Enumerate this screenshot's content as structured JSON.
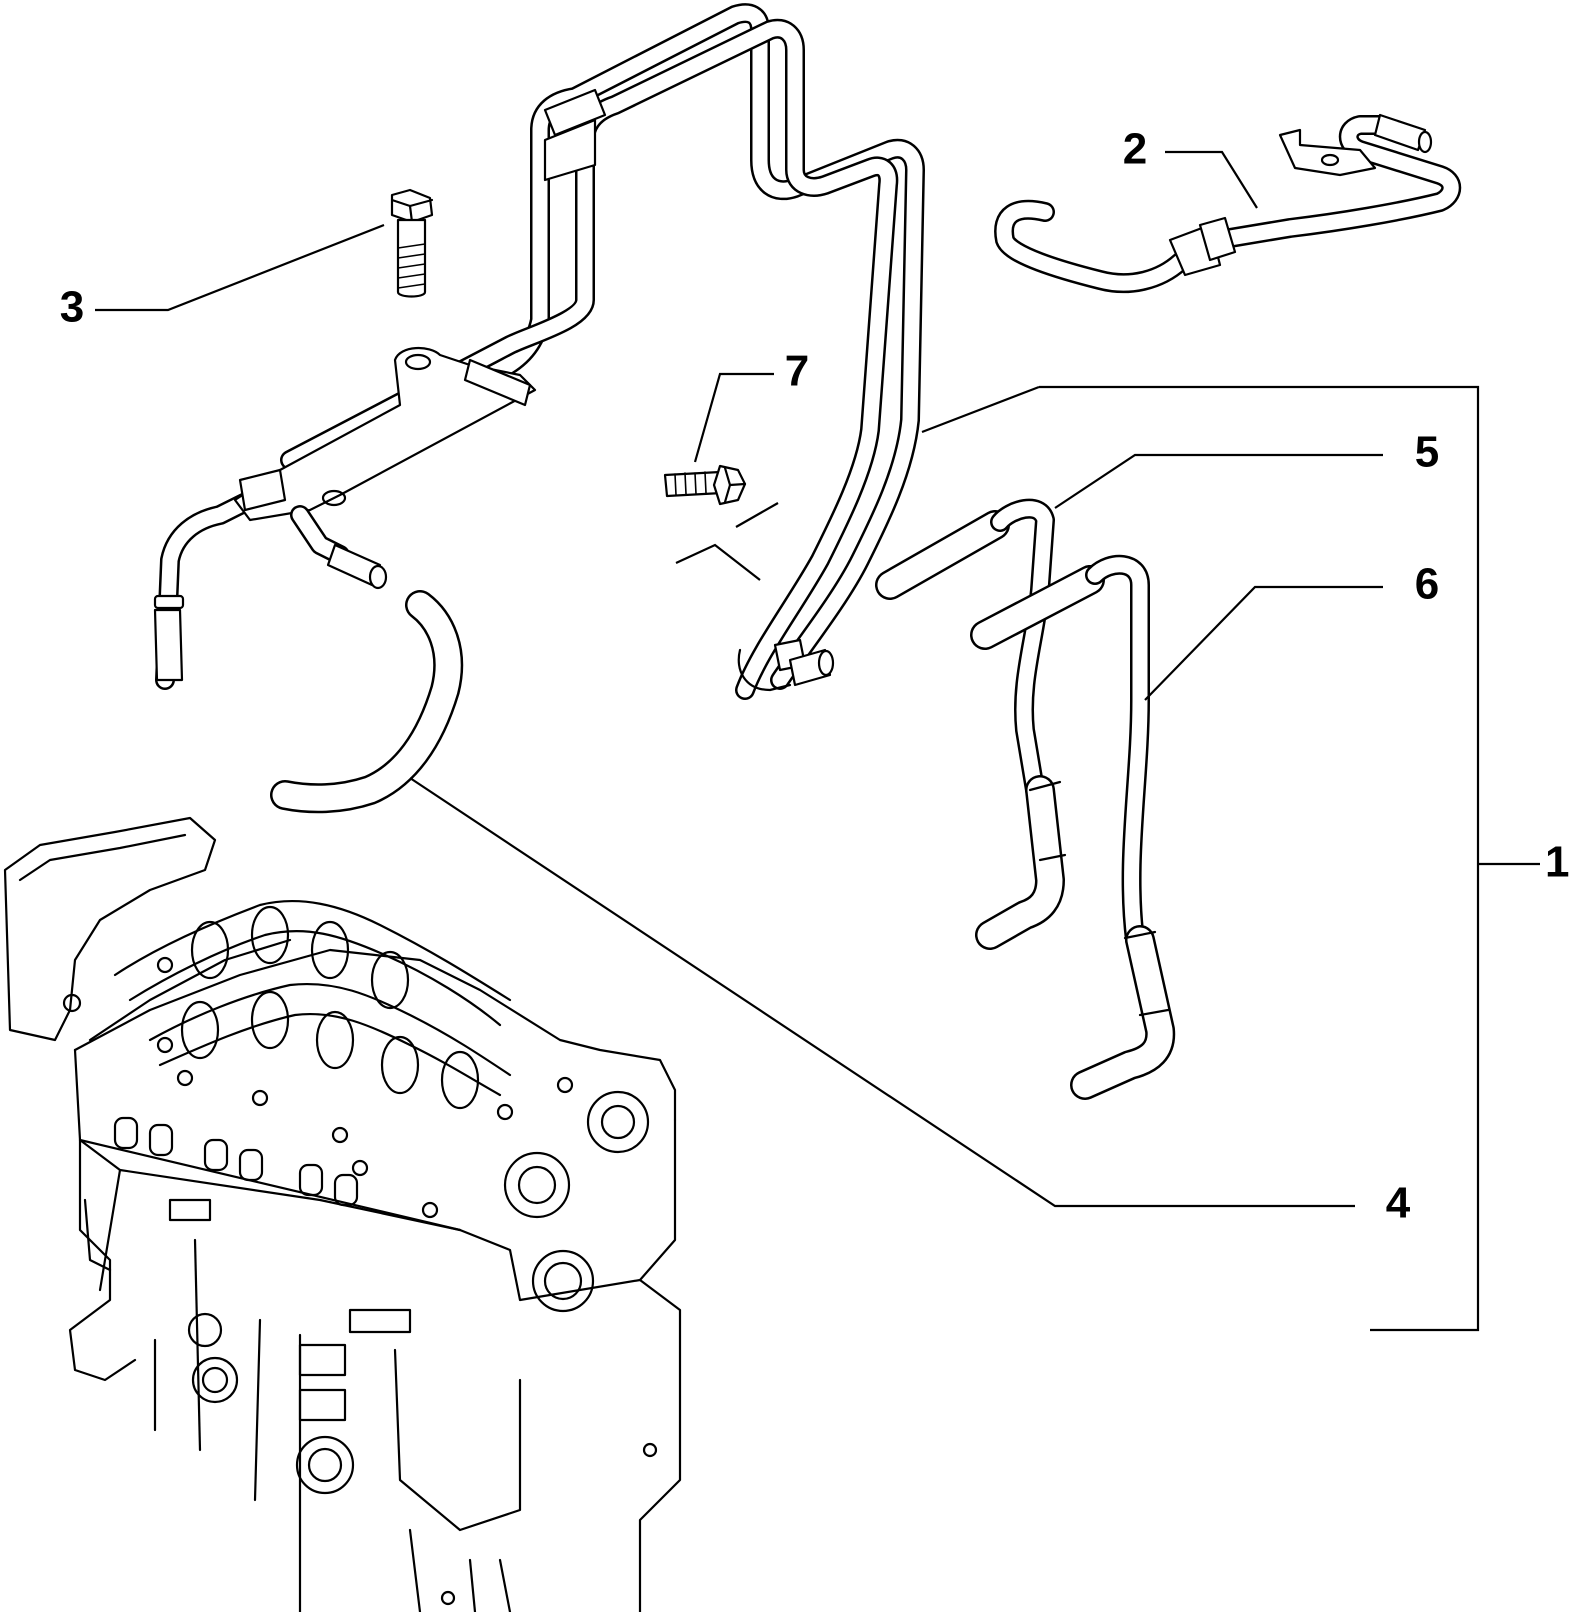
{
  "callouts": {
    "c1": "1",
    "c2": "2",
    "c3": "3",
    "c4": "4",
    "c5": "5",
    "c6": "6",
    "c7": "7"
  },
  "colors": {
    "line": "#000000",
    "background": "#ffffff"
  }
}
